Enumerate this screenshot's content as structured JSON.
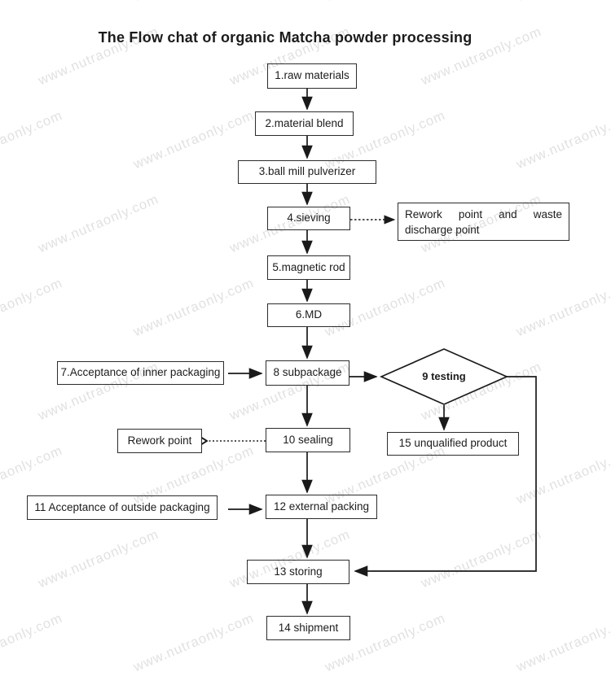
{
  "title": "The Flow chat of organic Matcha powder processing",
  "watermark": {
    "text": "www.nutraonly.com",
    "color": "#e1e1e1"
  },
  "diagram": {
    "type": "flowchart",
    "line_color": "#1a1a1a",
    "nodes": {
      "raw_materials": {
        "label": "1.raw materials",
        "shape": "rect"
      },
      "material_blend": {
        "label": "2.material blend",
        "shape": "rect"
      },
      "ball_mill": {
        "label": "3.ball mill pulverizer",
        "shape": "rect"
      },
      "sieving": {
        "label": "4.sieving",
        "shape": "rect"
      },
      "rework_waste": {
        "label": "Rework point and waste discharge point",
        "shape": "rect"
      },
      "magnetic_rod": {
        "label": "5.magnetic rod",
        "shape": "rect"
      },
      "md": {
        "label": "6.MD",
        "shape": "rect"
      },
      "inner_packaging": {
        "label": "7.Acceptance of inner packaging",
        "shape": "rect"
      },
      "subpackage": {
        "label": "8 subpackage",
        "shape": "rect"
      },
      "testing": {
        "label": "9 testing",
        "shape": "diamond"
      },
      "sealing": {
        "label": "10 sealing",
        "shape": "rect"
      },
      "rework_point": {
        "label": "Rework point",
        "shape": "rect"
      },
      "unqualified": {
        "label": "15 unqualified product",
        "shape": "rect"
      },
      "outside_packaging": {
        "label": "11 Acceptance of outside packaging",
        "shape": "rect"
      },
      "external_packing": {
        "label": "12 external packing",
        "shape": "rect"
      },
      "storing": {
        "label": "13 storing",
        "shape": "rect"
      },
      "shipment": {
        "label": "14 shipment",
        "shape": "rect"
      }
    },
    "edges": [
      {
        "from": "raw_materials",
        "to": "material_blend",
        "style": "solid"
      },
      {
        "from": "material_blend",
        "to": "ball_mill",
        "style": "solid"
      },
      {
        "from": "ball_mill",
        "to": "sieving",
        "style": "solid"
      },
      {
        "from": "sieving",
        "to": "rework_waste",
        "style": "dotted"
      },
      {
        "from": "sieving",
        "to": "magnetic_rod",
        "style": "solid"
      },
      {
        "from": "magnetic_rod",
        "to": "md",
        "style": "solid"
      },
      {
        "from": "md",
        "to": "subpackage",
        "style": "solid"
      },
      {
        "from": "inner_packaging",
        "to": "subpackage",
        "style": "solid"
      },
      {
        "from": "subpackage",
        "to": "testing",
        "style": "solid"
      },
      {
        "from": "subpackage",
        "to": "sealing",
        "style": "solid"
      },
      {
        "from": "testing",
        "to": "unqualified",
        "style": "solid"
      },
      {
        "from": "testing",
        "to": "storing",
        "style": "solid"
      },
      {
        "from": "sealing",
        "to": "rework_point",
        "style": "dotted"
      },
      {
        "from": "sealing",
        "to": "external_packing",
        "style": "solid"
      },
      {
        "from": "outside_packaging",
        "to": "external_packing",
        "style": "solid"
      },
      {
        "from": "external_packing",
        "to": "storing",
        "style": "solid"
      },
      {
        "from": "storing",
        "to": "shipment",
        "style": "solid"
      }
    ]
  }
}
